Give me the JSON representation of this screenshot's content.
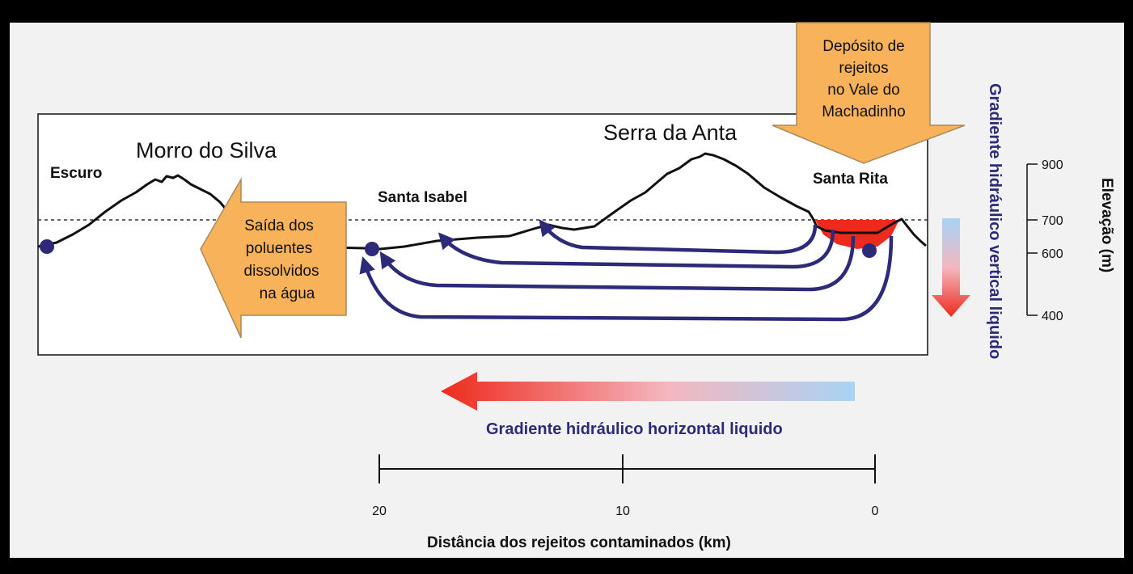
{
  "locations": {
    "escuro": "Escuro",
    "morro_do_silva": "Morro do Silva",
    "santa_isabel": "Santa Isabel",
    "serra_da_anta": "Serra da Anta",
    "santa_rita": "Santa Rita"
  },
  "deposit_box": {
    "lines": [
      "Depósito de",
      "rejeitos",
      "no Vale do",
      "Machadinho"
    ]
  },
  "outflow_box": {
    "lines": [
      "Saída dos",
      "poluentes",
      "dissolvidos",
      "na água"
    ]
  },
  "gradient_horizontal_label": "Gradiente hidráulico horizontal liquido",
  "gradient_vertical_label": "Gradiente hidráulico vertical liquido",
  "elevation_axis": {
    "title": "Elevação (m)",
    "ticks": [
      "900",
      "700",
      "600",
      "400"
    ]
  },
  "distance_axis": {
    "title": "Distância dos rejeitos contaminados (km)",
    "ticks": [
      "20",
      "10",
      "0"
    ]
  },
  "colors": {
    "background": "#f2f2f2",
    "orange_arrow": "#f8b25a",
    "flow_lines": "#2d2a7a",
    "tailings": "#ee2a1c",
    "gradient_blue": "#a9d3f5",
    "gradient_red": "#ee2a1c"
  }
}
